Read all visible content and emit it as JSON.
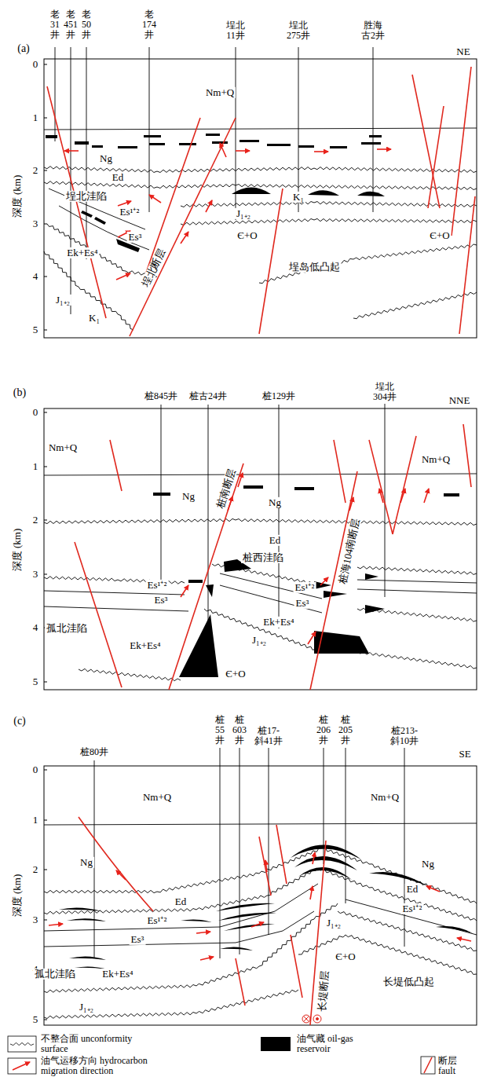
{
  "diagram": {
    "labels": [
      "(a)",
      "老31井",
      "老451井",
      "老50井",
      "老174井",
      "埕北11井",
      "埕北275井",
      "胜海古2井",
      "NE",
      "深度 (km)",
      "0",
      "1",
      "2",
      "3",
      "4",
      "5",
      "Nm+Q",
      "Ng",
      "Ed",
      "埕北洼陷",
      "Es¹⁺²",
      "Es³",
      "Ek+Es⁴",
      "J₁₊₂",
      "K₁",
      "J₁₊₂",
      "K₁",
      "Є+O",
      "Є+O",
      "埕岛低凸起",
      "埕北断层",
      "(b)",
      "桩845井",
      "桩古24井",
      "桩129井",
      "埕北304井",
      "NNE",
      "深度 (km)",
      "0",
      "1",
      "2",
      "3",
      "4",
      "5",
      "Nm+Q",
      "Nm+Q",
      "Ng",
      "Ng",
      "Ed",
      "桩西洼陷",
      "Es¹⁺²",
      "Es³",
      "孤北洼陷",
      "Ek+Es⁴",
      "Є+O",
      "J₁₊₂",
      "Es¹⁺²",
      "Es³",
      "Ek+Es⁴",
      "桩南断层",
      "桩海104南断层",
      "(c)",
      "桩80井",
      "桩55井",
      "桩603井",
      "桩17-斜41井",
      "桩206井",
      "桩205井",
      "桩213-斜10井",
      "SE",
      "深度 (km)",
      "0",
      "1",
      "2",
      "3",
      "4",
      "5",
      "Nm+Q",
      "Nm+Q",
      "Ng",
      "Ng",
      "Ed",
      "Es¹⁺²",
      "Es³",
      "孤北洼陷",
      "Ek+Es⁴",
      "J₁₊₂",
      "Ed",
      "Es¹⁺²",
      "J₁₊₂",
      "Є+O",
      "长堤断层",
      "长堤低凸起"
    ],
    "legend": [
      {
        "text": "不整合面 unconformity surface"
      },
      {
        "text": "油气藏 oil-gas reservoir",
        "color": "#000000"
      },
      {
        "text": "油气运移方向 hydrocarbon migration direction"
      },
      {
        "text": "断层 fault"
      }
    ]
  }
}
